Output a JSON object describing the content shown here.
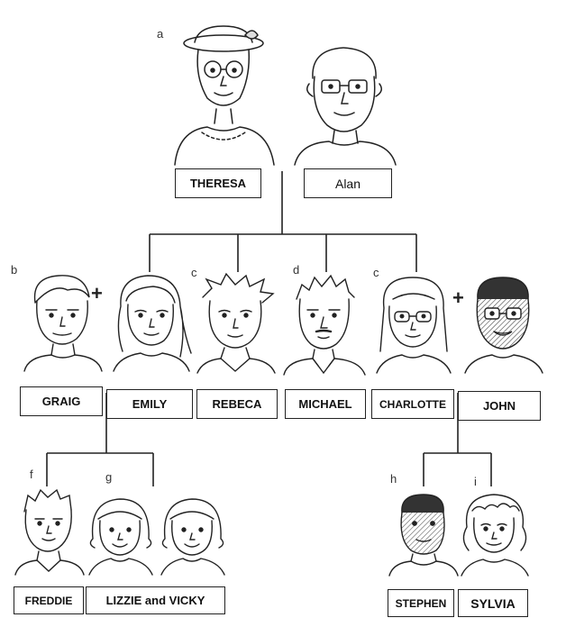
{
  "people": {
    "theresa": "THERESA",
    "alan": "Alan",
    "graig": "GRAIG",
    "emily": "EMILY",
    "rebeca": "REBECA",
    "michael": "MICHAEL",
    "charlotte": "CHARLOTTE",
    "john": "JOHN",
    "freddie": "FREDDIE",
    "lizzie_vicky": "LIZZIE and VICKY",
    "stephen": "STEPHEN",
    "sylvia": "SYLVIA"
  },
  "letters": {
    "a": "a",
    "b": "b",
    "c1": "c",
    "d": "d",
    "c2": "c",
    "f": "f",
    "g": "g",
    "h": "h",
    "i": "i"
  },
  "symbols": {
    "marriage": "+"
  }
}
